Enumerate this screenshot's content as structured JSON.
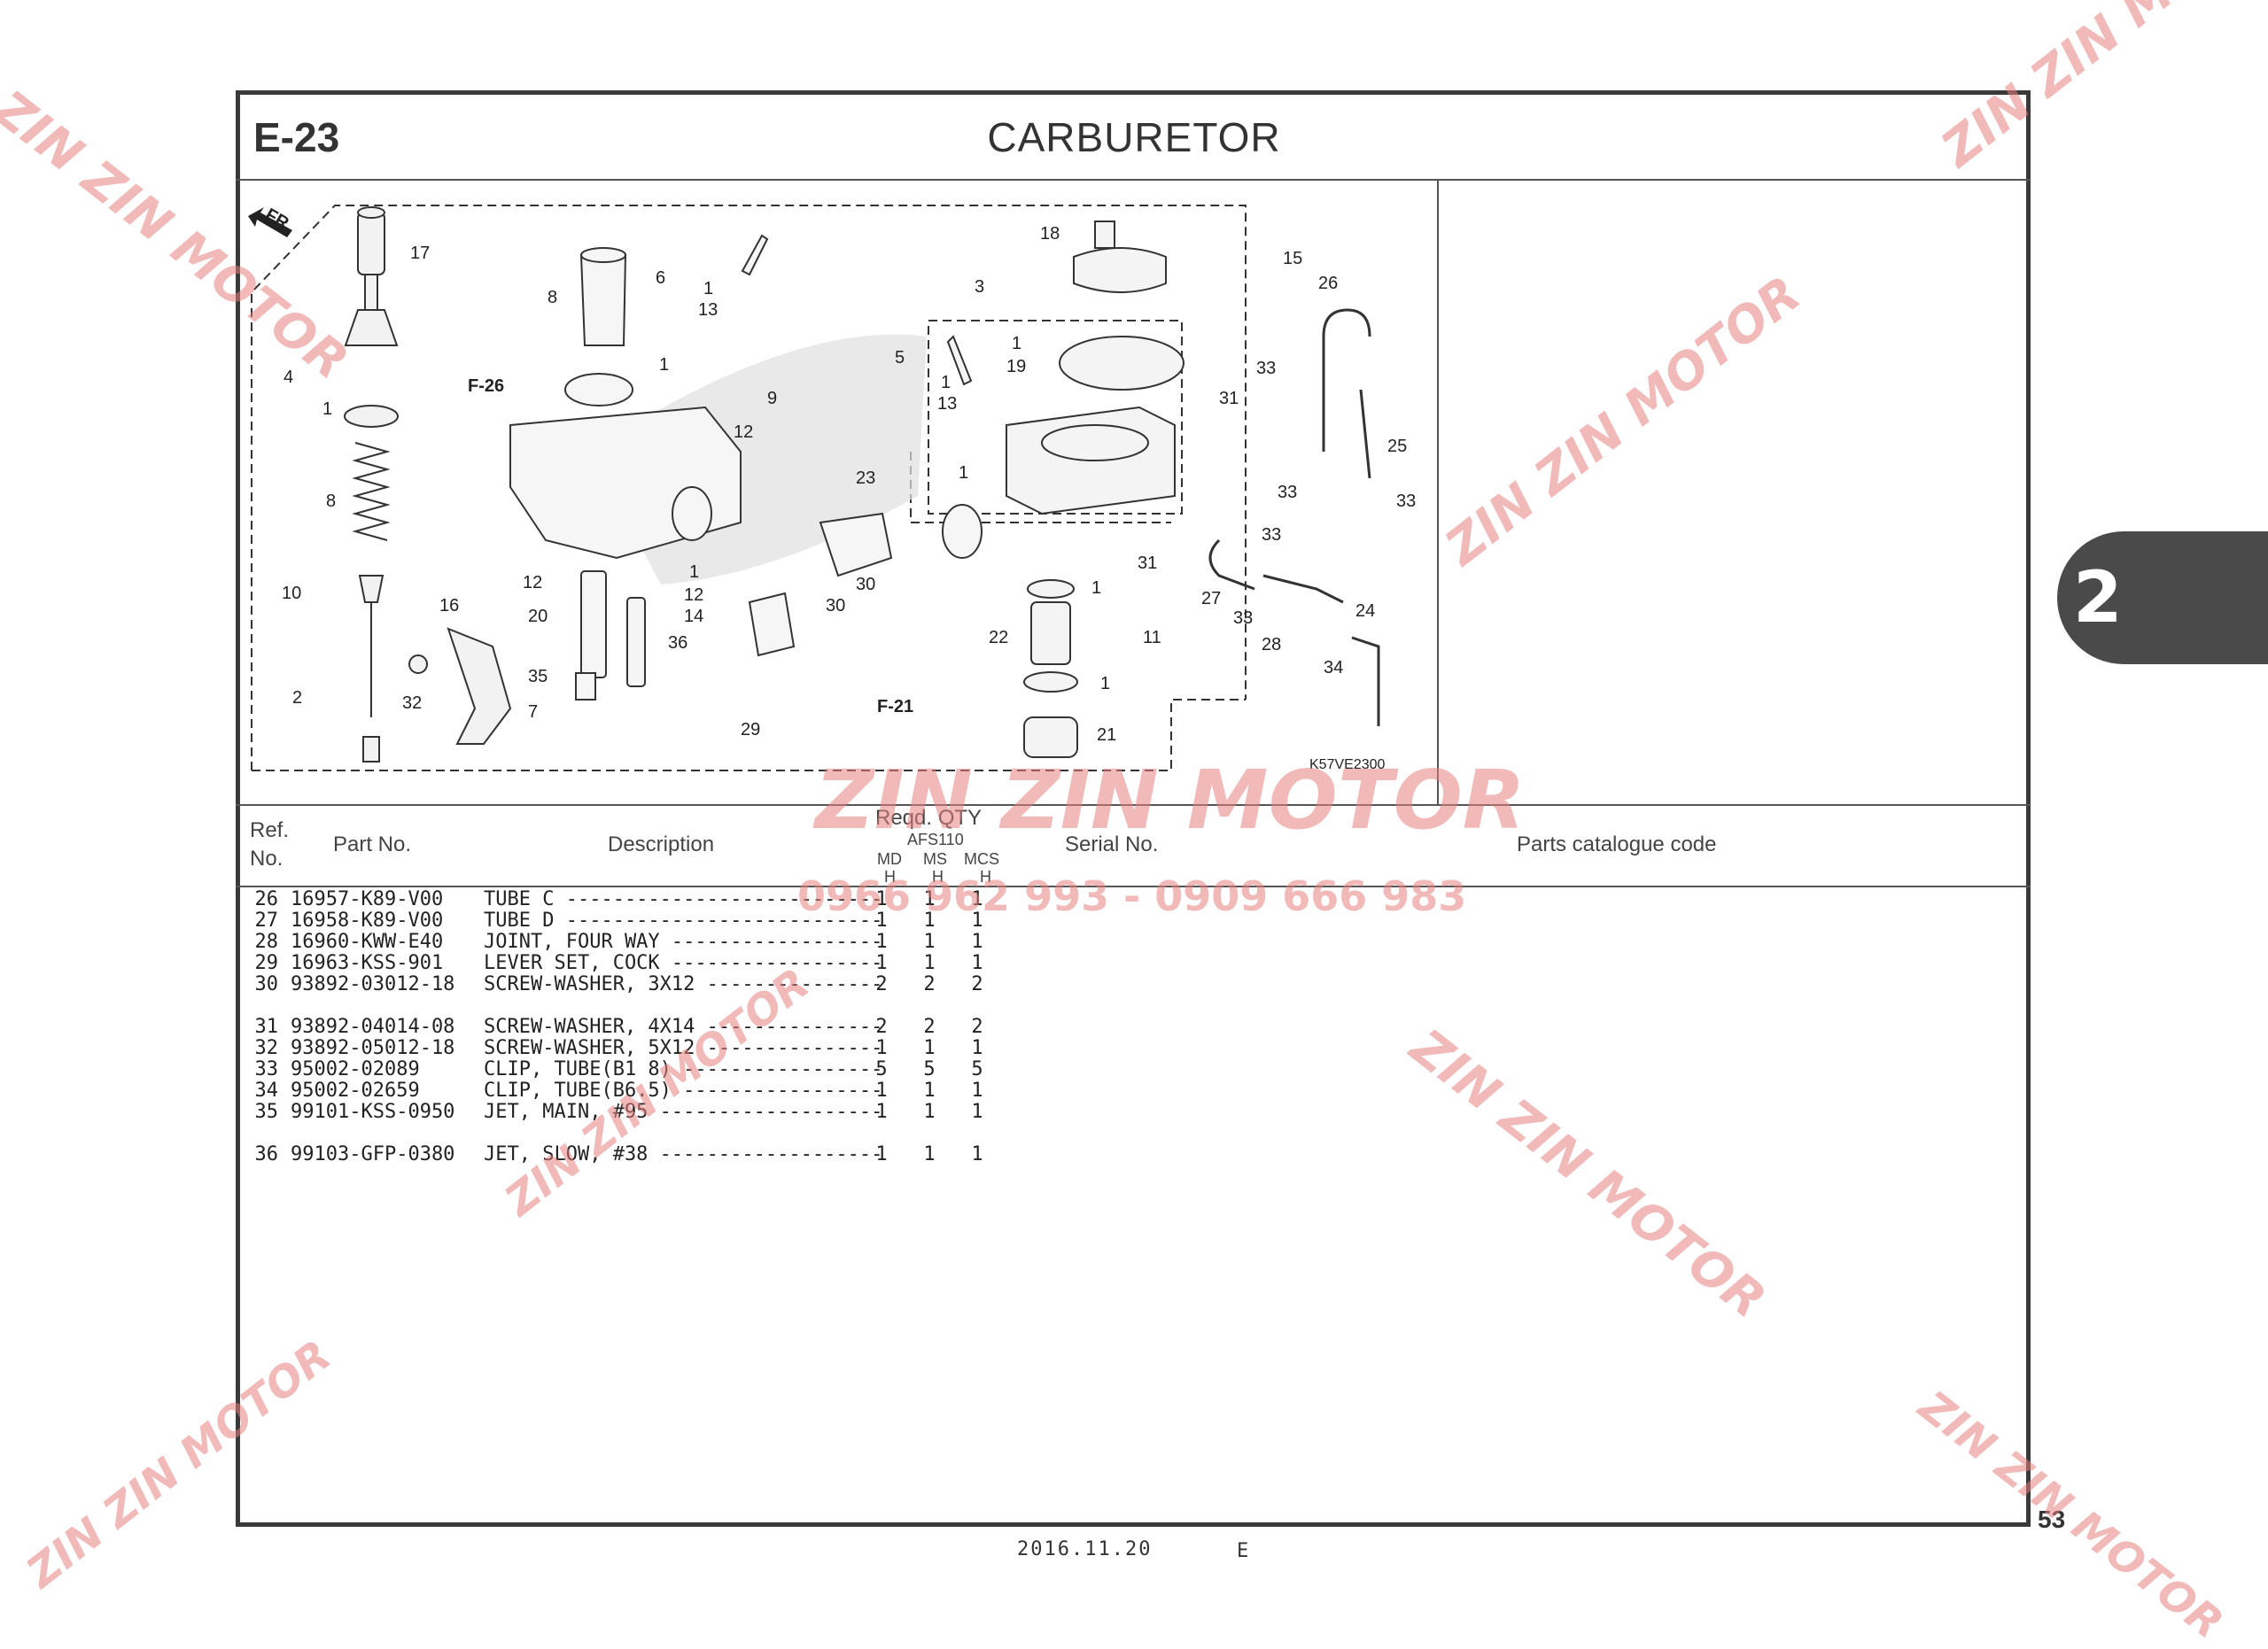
{
  "header": {
    "section": "E-23",
    "title": "CARBURETOR"
  },
  "chapter_tab": "2",
  "diagram": {
    "code": "K57VE2300",
    "direction": "FR.",
    "refs": [
      "F-26",
      "F-21"
    ],
    "callouts": [
      {
        "t": "17"
      },
      {
        "t": "4"
      },
      {
        "t": "1"
      },
      {
        "t": "8"
      },
      {
        "t": "10"
      },
      {
        "t": "2"
      },
      {
        "t": "16"
      },
      {
        "t": "32"
      },
      {
        "t": "7"
      },
      {
        "t": "8"
      },
      {
        "t": "6"
      },
      {
        "t": "1"
      },
      {
        "t": "13"
      },
      {
        "t": "1"
      },
      {
        "t": "9"
      },
      {
        "t": "12"
      },
      {
        "t": "12"
      },
      {
        "t": "20"
      },
      {
        "t": "35"
      },
      {
        "t": "36"
      },
      {
        "t": "1"
      },
      {
        "t": "12"
      },
      {
        "t": "14"
      },
      {
        "t": "23"
      },
      {
        "t": "30"
      },
      {
        "t": "30"
      },
      {
        "t": "29"
      },
      {
        "t": "1"
      },
      {
        "t": "18"
      },
      {
        "t": "3"
      },
      {
        "t": "5"
      },
      {
        "t": "1"
      },
      {
        "t": "19"
      },
      {
        "t": "1"
      },
      {
        "t": "13"
      },
      {
        "t": "31"
      },
      {
        "t": "31"
      },
      {
        "t": "1"
      },
      {
        "t": "22"
      },
      {
        "t": "11"
      },
      {
        "t": "1"
      },
      {
        "t": "21"
      },
      {
        "t": "15"
      },
      {
        "t": "26"
      },
      {
        "t": "33"
      },
      {
        "t": "25"
      },
      {
        "t": "33"
      },
      {
        "t": "33"
      },
      {
        "t": "33"
      },
      {
        "t": "27"
      },
      {
        "t": "33"
      },
      {
        "t": "28"
      },
      {
        "t": "24"
      },
      {
        "t": "34"
      }
    ]
  },
  "table": {
    "headers": {
      "ref": "Ref.",
      "ref2": "No.",
      "part_no": "Part No.",
      "description": "Description",
      "reqd_qty": "Reqd. QTY",
      "model": "AFS110",
      "md": "MD",
      "ms": "MS",
      "mcs": "MCS",
      "h1": "H",
      "h2": "H",
      "h3": "H",
      "serial": "Serial No.",
      "catalogue": "Parts catalogue code"
    },
    "rows": [
      {
        "ref": "26",
        "part": "16957-K89-V00",
        "desc": "TUBE C",
        "md": "1",
        "ms": "1",
        "mcs": "1"
      },
      {
        "ref": "27",
        "part": "16958-K89-V00",
        "desc": "TUBE D",
        "md": "1",
        "ms": "1",
        "mcs": "1"
      },
      {
        "ref": "28",
        "part": "16960-KWW-E40",
        "desc": "JOINT, FOUR WAY",
        "md": "1",
        "ms": "1",
        "mcs": "1"
      },
      {
        "ref": "29",
        "part": "16963-KSS-901",
        "desc": "LEVER SET, COCK",
        "md": "1",
        "ms": "1",
        "mcs": "1"
      },
      {
        "ref": "30",
        "part": "93892-03012-18",
        "desc": "SCREW-WASHER, 3X12",
        "md": "2",
        "ms": "2",
        "mcs": "2"
      },
      {
        "ref": "31",
        "part": "93892-04014-08",
        "desc": "SCREW-WASHER, 4X14",
        "md": "2",
        "ms": "2",
        "mcs": "2"
      },
      {
        "ref": "32",
        "part": "93892-05012-18",
        "desc": "SCREW-WASHER, 5X12",
        "md": "1",
        "ms": "1",
        "mcs": "1"
      },
      {
        "ref": "33",
        "part": "95002-02089",
        "desc": "CLIP, TUBE(B1 8)",
        "md": "5",
        "ms": "5",
        "mcs": "5"
      },
      {
        "ref": "34",
        "part": "95002-02659",
        "desc": "CLIP, TUBE(B6.5)",
        "md": "1",
        "ms": "1",
        "mcs": "1"
      },
      {
        "ref": "35",
        "part": "99101-KSS-0950",
        "desc": "JET, MAIN, #95",
        "md": "1",
        "ms": "1",
        "mcs": "1"
      },
      {
        "ref": "36",
        "part": "99103-GFP-0380",
        "desc": "JET, SLOW, #38",
        "md": "1",
        "ms": "1",
        "mcs": "1"
      }
    ]
  },
  "footer": {
    "date": "2016.11.20",
    "code": "E",
    "page": "53"
  },
  "watermark": {
    "brand": "ZIN ZIN MOTOR",
    "phone": "0966 962 993 - 0909 666 983"
  },
  "colors": {
    "frame": "#3a3a3a",
    "tab": "#4a4a4a",
    "watermark": "#e88080"
  }
}
